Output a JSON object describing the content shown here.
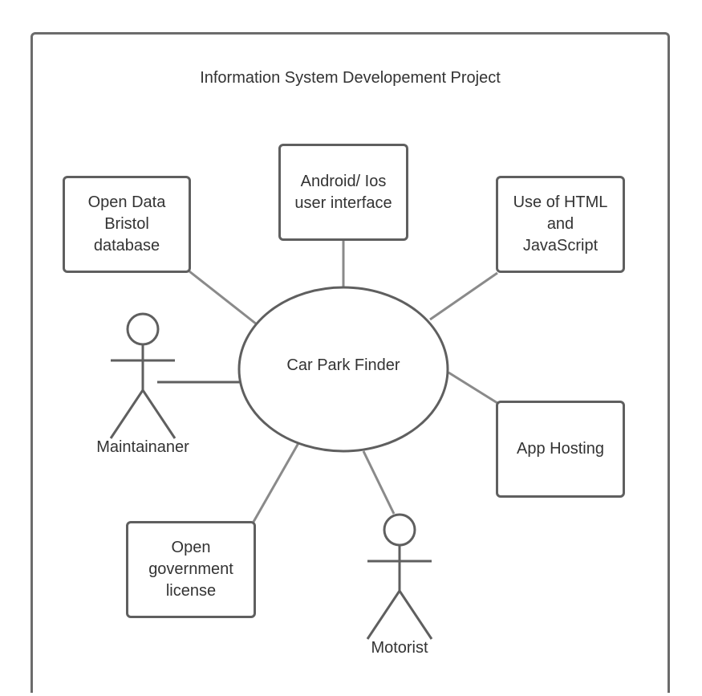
{
  "diagram": {
    "title": "Information System Developement Project",
    "use_case": "Car Park Finder",
    "boxes": {
      "open_data": "Open Data\nBristol\ndatabase",
      "android_ios": "Android/ Ios\nuser interface",
      "html_js": "Use of HTML\nand\nJavaScript",
      "app_hosting": "App Hosting",
      "open_gov": "Open\ngovernment\nlicense"
    },
    "actors": {
      "maintainer": "Maintainaner",
      "motorist": "Motorist"
    }
  },
  "colors": {
    "border": "#6b6b6b",
    "line": "#8a8a8a",
    "text": "#333333"
  }
}
